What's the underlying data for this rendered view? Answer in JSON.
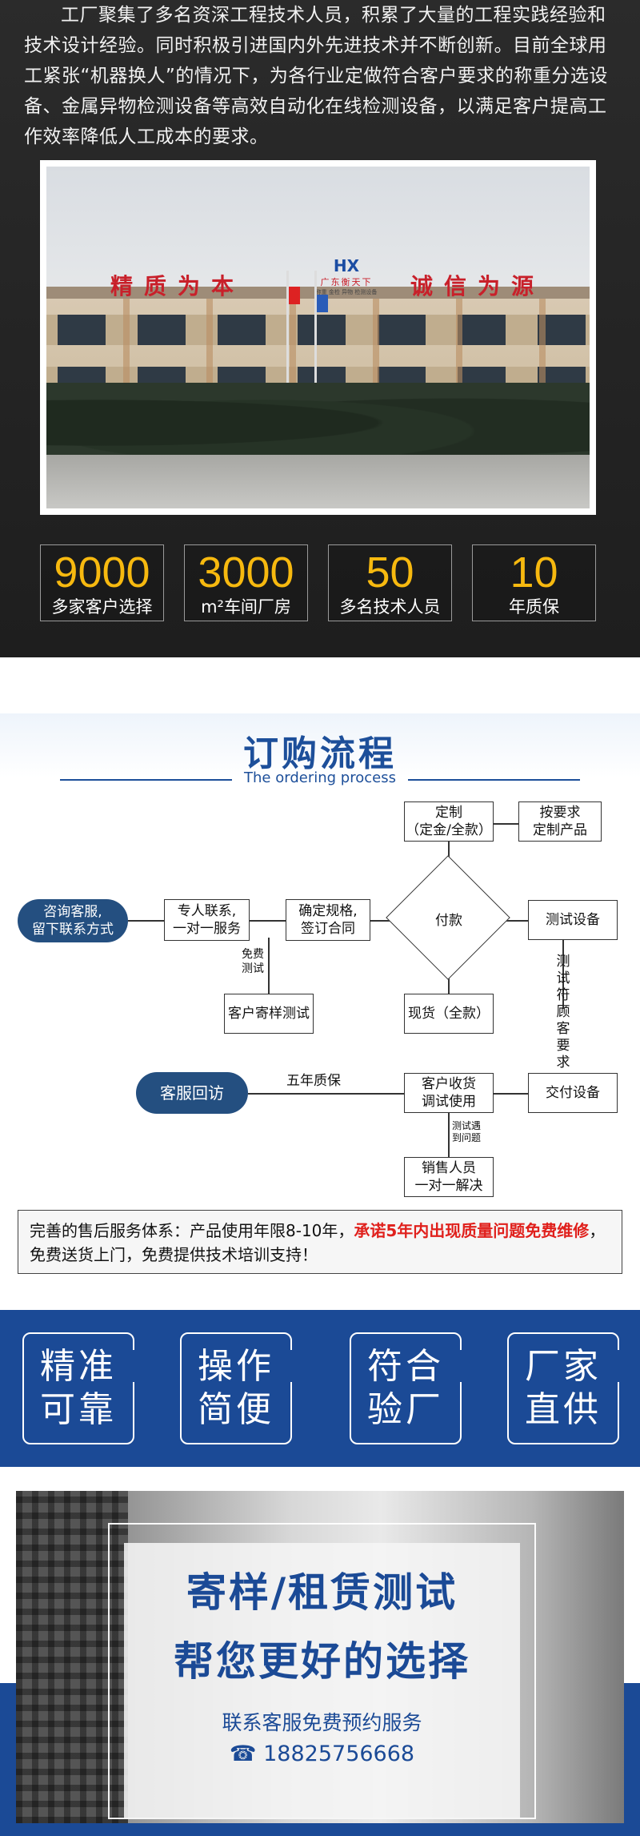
{
  "intro": {
    "text": "工厂聚集了多名资深工程技术人员，积累了大量的工程实践经验和技术设计经验。同时积极引进国内外先进技术并不断创新。目前全球用工紧张“机器换人”的情况下，为各行业定做符合客户要求的称重分选设备、金属异物检测设备等高效自动化在线检测设备，以满足客户提高工作效率降低人工成本的要求。"
  },
  "photo": {
    "slogan_left": "精质为本",
    "slogan_right": "诚信为源",
    "logo_mark": "HX",
    "logo_name": "广东衡天下",
    "logo_sub": "称重 金检 异物 检测设备"
  },
  "stats": [
    {
      "number": "9000",
      "label": "多家客户选择"
    },
    {
      "number": "3000",
      "label": "m²车间厂房"
    },
    {
      "number": "50",
      "label": "多名技术人员"
    },
    {
      "number": "10",
      "label": "年质保"
    }
  ],
  "process": {
    "title": "订购流程",
    "subtitle": "The ordering process",
    "nodes": {
      "consult": "咨询客服,\n留下联系方式",
      "contact": "专人联系,\n一对一服务",
      "confirm": "确定规格,\n签订合同",
      "pay": "付款",
      "custom": "定制\n（定金/全款）",
      "custom_req": "按要求\n定制产品",
      "test_equip": "测试设备",
      "sample": "客户寄样测试",
      "stock": "现货（全款）",
      "deliver": "交付设备",
      "receive": "客户收货\n调试使用",
      "sales": "销售人员\n一对一解决",
      "followup": "客服回访"
    },
    "edge_labels": {
      "free_test": "免费\n测试",
      "meets_req": "测试符顾客要求",
      "warranty": "五年质保",
      "issue": "测试遇\n到问题"
    }
  },
  "note": {
    "normal1": "完善的售后服务体系：产品使用年限8-10年，",
    "red": "承诺5年内出现质量问题免费维修",
    "normal2": "，免费送货上门，免费提供技术培训支持！"
  },
  "features": [
    {
      "line1": "精准",
      "line2": "可靠"
    },
    {
      "line1": "操作",
      "line2": "简便"
    },
    {
      "line1": "符合",
      "line2": "验厂"
    },
    {
      "line1": "厂家",
      "line2": "直供"
    }
  ],
  "banner": {
    "headline1": "寄样/租赁测试",
    "headline2": "帮您更好的选择",
    "cta": "联系客服免费预约服务",
    "phone": "☎ 18825756668"
  },
  "colors": {
    "accent_blue": "#1b4a96",
    "stat_gold": "#f7b90f",
    "warning_red": "#e0201c"
  }
}
